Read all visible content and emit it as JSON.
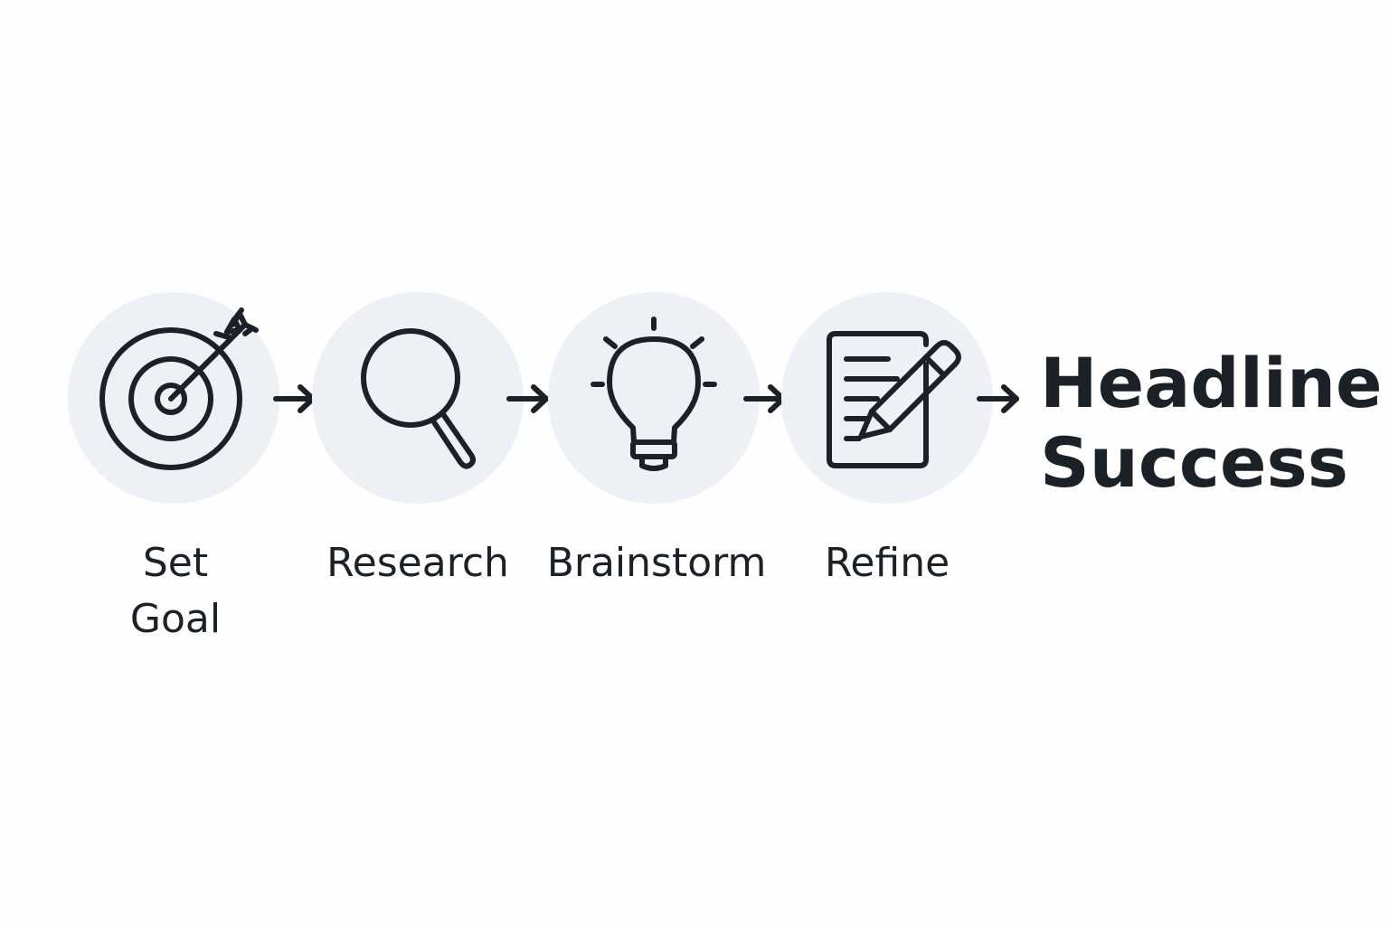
{
  "steps": [
    {
      "id": "set-goal",
      "icon": "target-icon",
      "label_lines": [
        "Set",
        "Goal"
      ]
    },
    {
      "id": "research",
      "icon": "magnifying-glass-icon",
      "label_lines": [
        "Research"
      ]
    },
    {
      "id": "brainstorm",
      "icon": "lightbulb-icon",
      "label_lines": [
        "Brainstorm"
      ]
    },
    {
      "id": "refine",
      "icon": "document-pencil-icon",
      "label_lines": [
        "Refine"
      ]
    }
  ],
  "outcome": {
    "lines": [
      "Headline",
      "Success"
    ]
  },
  "colors": {
    "circle_fill": "#edf0f4",
    "ink": "#1c2127",
    "background": "#fefefe"
  }
}
